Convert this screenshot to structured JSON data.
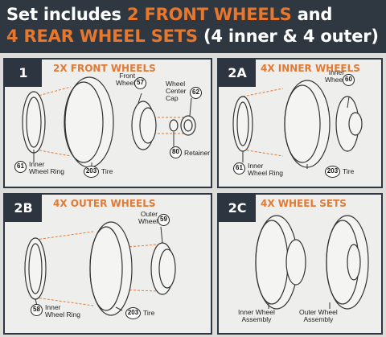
{
  "header": {
    "line1_prefix": "Set includes ",
    "line1_highlight": "2 FRONT WHEELS",
    "line1_suffix": " and",
    "line2_highlight": "4 REAR WHEEL SETS",
    "line2_suffix": " (4 inner & 4 outer)"
  },
  "panels": [
    {
      "badge": "1",
      "title": "2X FRONT WHEELS",
      "callouts": [
        {
          "num": "57",
          "label": "Front\nWheel"
        },
        {
          "num": "62",
          "label": "Wheel\nCenter\nCap"
        },
        {
          "num": "61",
          "label": "Inner\nWheel Ring"
        },
        {
          "num": "203",
          "label": "Tire"
        },
        {
          "num": "80",
          "label": "Retainer"
        }
      ]
    },
    {
      "badge": "2A",
      "title": "4X INNER WHEELS",
      "callouts": [
        {
          "num": "60",
          "label": "Inner\nWheel"
        },
        {
          "num": "61",
          "label": "Inner\nWheel Ring"
        },
        {
          "num": "203",
          "label": "Tire"
        }
      ]
    },
    {
      "badge": "2B",
      "title": "4X OUTER WHEELS",
      "callouts": [
        {
          "num": "59",
          "label": "Outer\nWheel"
        },
        {
          "num": "58",
          "label": "Inner\nWheel Ring"
        },
        {
          "num": "203",
          "label": "Tire"
        }
      ]
    },
    {
      "badge": "2C",
      "title": "4X WHEEL SETS",
      "callouts": [
        {
          "label": "Inner Wheel\nAssembly"
        },
        {
          "label": "Outer Wheel\nAssembly"
        }
      ]
    }
  ],
  "colors": {
    "dark": "#2f3841",
    "orange": "#e8772e",
    "panel": "#eeeeec"
  }
}
